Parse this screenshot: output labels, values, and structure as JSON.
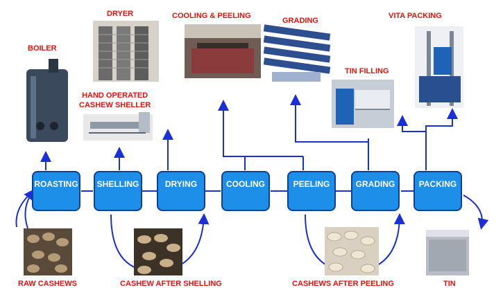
{
  "process_steps": [
    "ROASTING",
    "SHELLING",
    "DRYING",
    "COOLING",
    "PEELING",
    "GRADING",
    "PACKING"
  ],
  "equipment": {
    "boiler": "BOILER",
    "dryer": "DRYER",
    "cooling_peeling": "COOLING & PEELING",
    "grading": "GRADING",
    "vita_packing": "VITA PACKING",
    "tin_filling": "TIN FILLING",
    "hand_sheller_line1": "HAND OPERATED",
    "hand_sheller_line2": "CASHEW SHELLER"
  },
  "products": {
    "raw_cashews": "RAW CASHEWS",
    "after_shelling": "CASHEW AFTER SHELLING",
    "after_peeling": "CASHEWS AFTER PEELING",
    "tin": "TIN"
  },
  "colors": {
    "box_fill": "#1e8fe8",
    "box_border": "#0c3f96",
    "line": "#1b2fd6",
    "label": "#e3120b"
  }
}
